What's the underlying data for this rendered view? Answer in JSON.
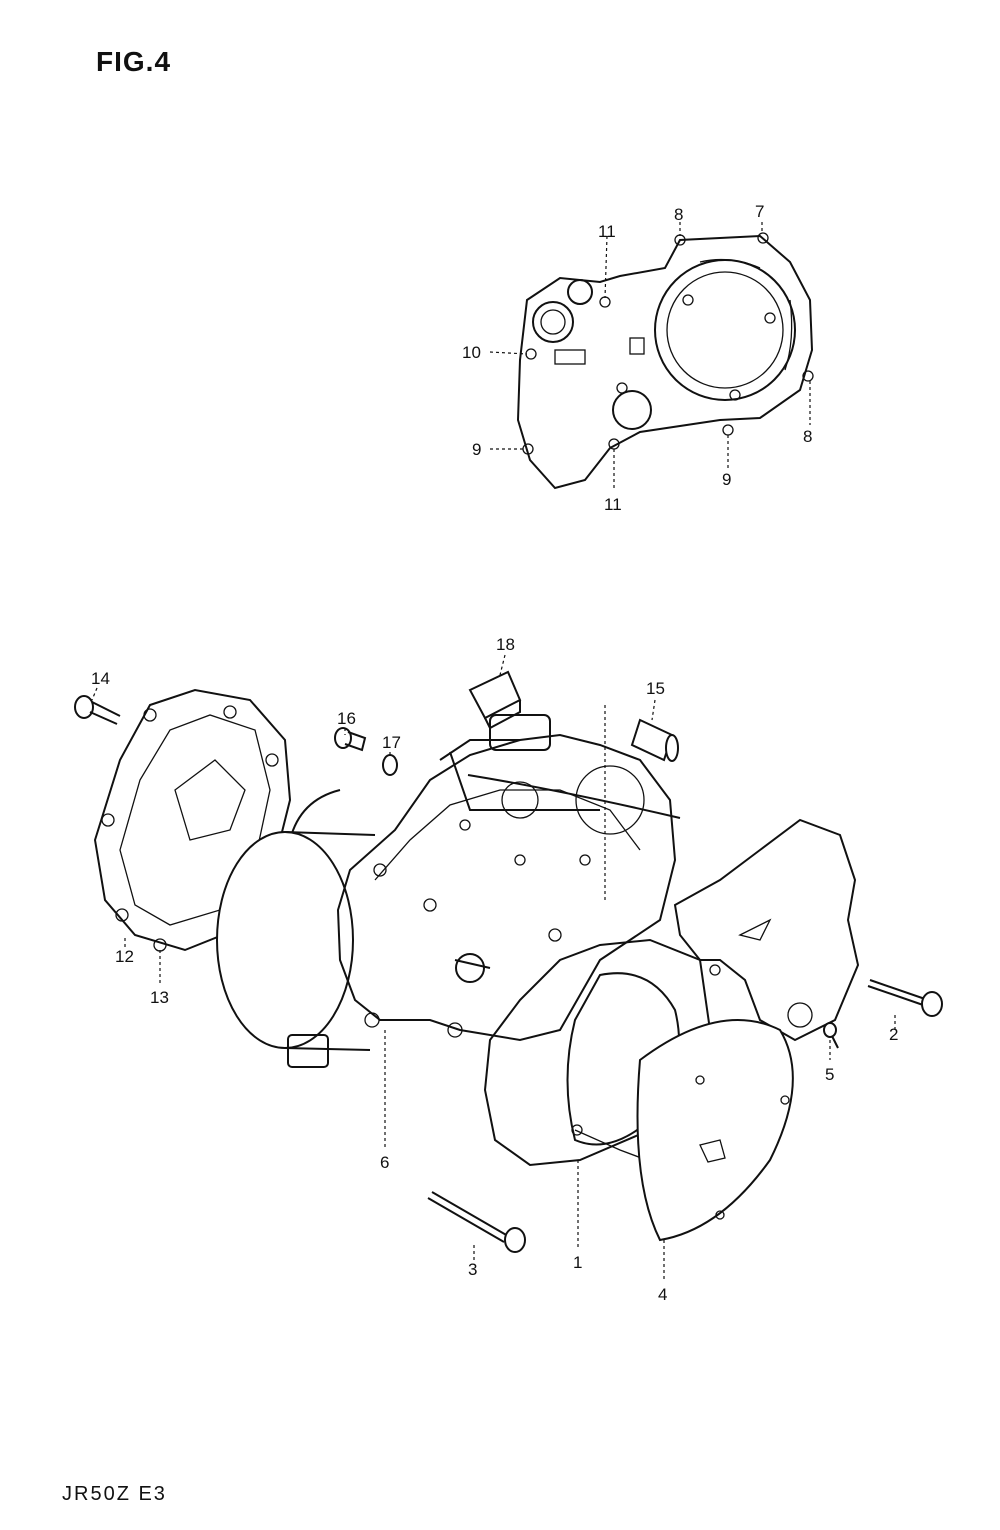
{
  "figure": {
    "title": "FIG.4",
    "model_code": "JR50Z E3"
  },
  "callouts": {
    "c1": "1",
    "c2": "2",
    "c3": "3",
    "c4": "4",
    "c5": "5",
    "c6": "6",
    "c7": "7",
    "c8a": "8",
    "c8b": "8",
    "c9a": "9",
    "c9b": "9",
    "c10": "10",
    "c11a": "11",
    "c11b": "11",
    "c12": "12",
    "c13": "13",
    "c14": "14",
    "c15": "15",
    "c16": "16",
    "c17": "17",
    "c18": "18"
  }
}
